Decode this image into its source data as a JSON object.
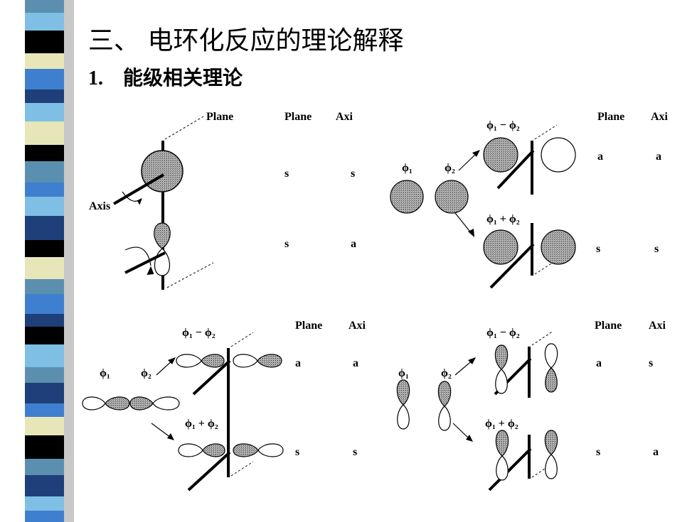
{
  "slide": {
    "title": "三、 电环化反应的理论解释",
    "subtitle_number": "1.",
    "subtitle_text": "能级相关理论"
  },
  "sidebar": {
    "colors": [
      "#5b8fb0",
      "#1f3f7a",
      "#7fbfe6",
      "#000000",
      "#e6e6b8",
      "#3f7fcf"
    ]
  },
  "panels": {
    "top_left": {
      "plane_callout": "Plane",
      "axis_callout": "Axis",
      "header_plane": "Plane",
      "header_axis": "Axi",
      "rows": [
        {
          "plane": "s",
          "axis": "s"
        },
        {
          "plane": "s",
          "axis": "a"
        }
      ]
    },
    "top_right": {
      "phi1": "ϕ₁",
      "phi2": "ϕ₂",
      "minus_label": "ϕ₁ − ϕ₂",
      "plus_label": "ϕ₁ + ϕ₂",
      "header_plane": "Plane",
      "header_axis": "Axi",
      "rows": [
        {
          "plane": "a",
          "axis": "a"
        },
        {
          "plane": "s",
          "axis": "s"
        }
      ]
    },
    "bottom_left": {
      "phi1": "ϕ₁",
      "phi2": "ϕ₂",
      "minus_label": "ϕ₁ − ϕ₂",
      "plus_label": "ϕ₁ + ϕ₂",
      "header_plane": "Plane",
      "header_axis": "Axi",
      "rows": [
        {
          "plane": "a",
          "axis": "a"
        },
        {
          "plane": "s",
          "axis": "s"
        }
      ]
    },
    "bottom_right": {
      "phi1": "ϕ₁",
      "phi2": "ϕ₂",
      "minus_label": "ϕ₁ − ϕ₂",
      "plus_label": "ϕ₁ + ϕ₂",
      "header_plane": "Plane",
      "header_axis": "Axi",
      "rows": [
        {
          "plane": "a",
          "axis": "s"
        },
        {
          "plane": "s",
          "axis": "a"
        }
      ]
    }
  }
}
